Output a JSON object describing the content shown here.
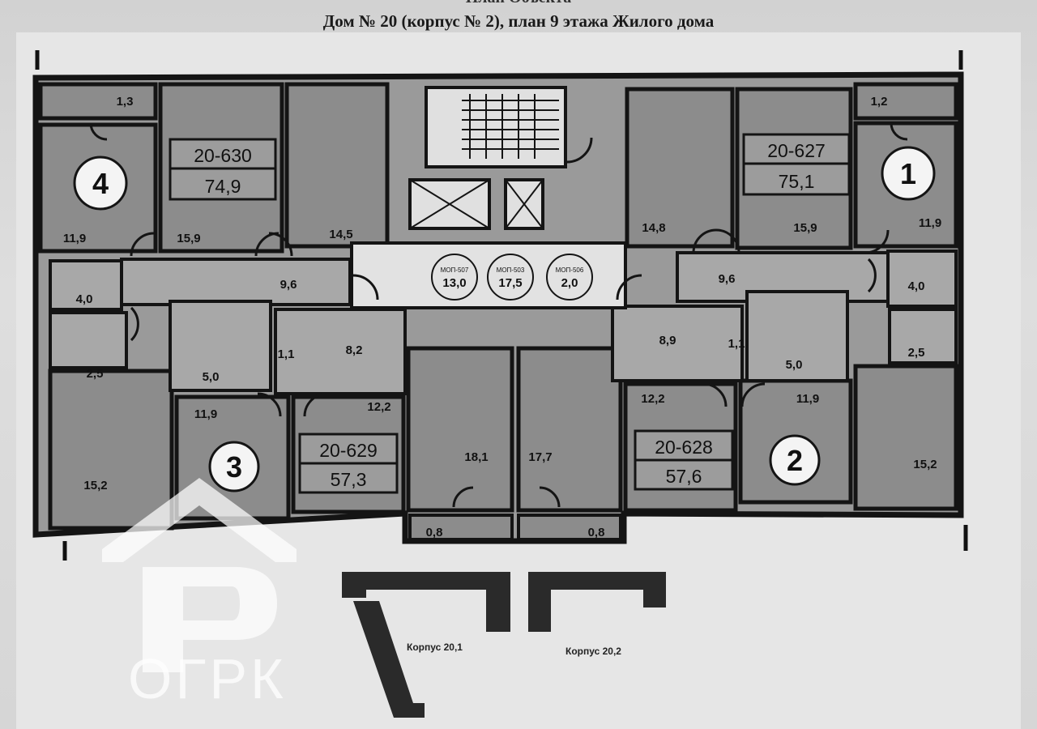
{
  "header": {
    "top_text": "План Объекта",
    "main_text": "Дом № 20 (корпус № 2), план 9 этажа Жилого дома"
  },
  "apartments": [
    {
      "id": "1",
      "code": "20-627",
      "area": "75,1"
    },
    {
      "id": "2",
      "code": "20-628",
      "area": "57,6"
    },
    {
      "id": "3",
      "code": "20-629",
      "area": "57,3"
    },
    {
      "id": "4",
      "code": "20-630",
      "area": "74,9"
    }
  ],
  "rooms": {
    "r1": "1,3",
    "r2": "11,9",
    "r3": "15,9",
    "r4": "14,5",
    "r5": "9,6",
    "r6": "4,0",
    "r7": "2,5",
    "r8": "15,2",
    "r9": "5,0",
    "r10": "1,1",
    "r11": "8,2",
    "r12": "11,9",
    "r13": "12,2",
    "r14": "18,1",
    "r15": "0,8",
    "r16": "17,7",
    "r17": "0,8",
    "r18": "12,2",
    "r19": "8,9",
    "r20": "1,1",
    "r21": "5,0",
    "r22": "11,9",
    "r23": "14,8",
    "r24": "15,9",
    "r25": "1,2",
    "r26": "11,9",
    "r27": "9,6",
    "r28": "4,0",
    "r29": "2,5",
    "r30": "15,2"
  },
  "mop": [
    {
      "label": "МОП-507",
      "area": "13,0"
    },
    {
      "label": "МОП-503",
      "area": "17,5"
    },
    {
      "label": "МОП-506",
      "area": "2,0"
    }
  ],
  "building_labels": [
    "Корпус 20,1",
    "Корпус 20,2"
  ],
  "watermark": "ОГРК",
  "colors": {
    "room": "#8e8e8e",
    "wall": "#141414",
    "paper": "#e6e6e6",
    "watermark": "#ffffff"
  }
}
